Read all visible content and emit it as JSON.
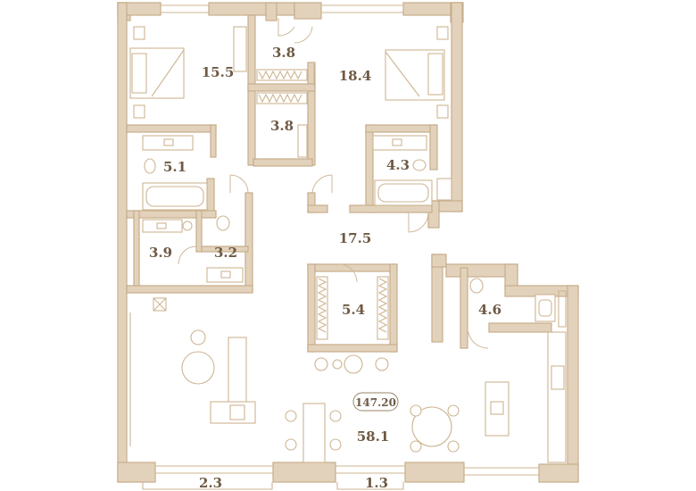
{
  "rooms": {
    "bedroom_left": "15.5",
    "closet_top": "3.8",
    "closet_bottom": "3.8",
    "bedroom_right": "18.4",
    "bath_left": "5.1",
    "bath_right": "4.3",
    "bath_small": "3.9",
    "wc": "3.2",
    "hall": "17.5",
    "wardrobe": "5.4",
    "laundry": "4.6",
    "living": "58.1",
    "balcony_left": "2.3",
    "balcony_right": "1.3"
  },
  "total_area": "147.20",
  "colors": {
    "wall": "#e3d2bb",
    "wall_outline": "#c6ad8c",
    "fixture": "#cdb592",
    "label": "#6e5a44"
  }
}
